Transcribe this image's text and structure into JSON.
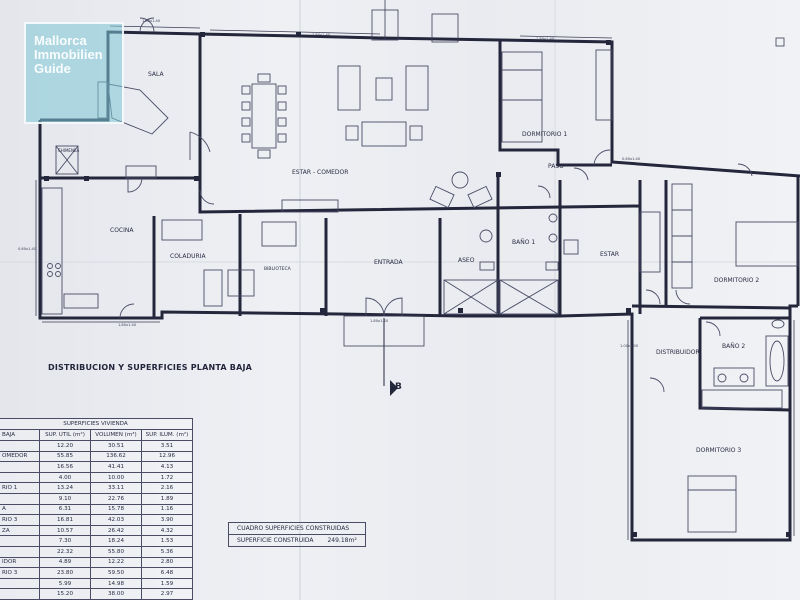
{
  "logo": {
    "lines": [
      "Mallorca",
      "Immobilien",
      "Guide"
    ]
  },
  "plan_title": "DISTRIBUCION Y SUPERFICIES PLANTA BAJA",
  "section_marker": "B",
  "rooms": {
    "sala": "SALA",
    "estar_comedor": "ESTAR - COMEDOR",
    "dormitorio_1": "DORMITORIO 1",
    "paso": "PASO",
    "cocina": "COCINA",
    "coladuria": "COLADURIA",
    "biblioteca": "BIBLIOTECA",
    "entrada": "ENTRADA",
    "aseo": "ASEO",
    "bano_1": "BAÑO 1",
    "estar": "ESTAR",
    "dormitorio_2": "DORMITORIO 2",
    "distribuidor": "DISTRIBUIDOR",
    "bano_2": "BAÑO 2",
    "dormitorio_3": "DORMITORIO 3",
    "chimenea": "CHIMENEA"
  },
  "surface_table": {
    "title": "SUPERFICIES VIVIENDA",
    "headers": [
      "BAJA",
      "SUP. UTIL (m²)",
      "VOLUMEN (m³)",
      "SUP. ILUM. (m²)"
    ],
    "rows": [
      [
        "",
        "12.20",
        "30.51",
        "3.51"
      ],
      [
        "OMEDOR",
        "55.85",
        "136.62",
        "12.96"
      ],
      [
        "",
        "16.56",
        "41.41",
        "4.13"
      ],
      [
        "",
        "4.00",
        "10.00",
        "1.72"
      ],
      [
        "RIO 1",
        "13.24",
        "33.11",
        "2.16"
      ],
      [
        "",
        "9.10",
        "22.76",
        "1.89"
      ],
      [
        "A",
        "6.31",
        "15.78",
        "1.16"
      ],
      [
        "RIO 3",
        "16.81",
        "42.03",
        "3.90"
      ],
      [
        "ZA",
        "10.57",
        "26.42",
        "4.32"
      ],
      [
        "",
        "7.30",
        "18.24",
        "1.53"
      ],
      [
        "",
        "22.32",
        "55.80",
        "5.36"
      ],
      [
        "IDOR",
        "4.89",
        "12.22",
        "2.80"
      ],
      [
        "RIO 3",
        "23.80",
        "59.50",
        "6.48"
      ],
      [
        "",
        "5.99",
        "14.98",
        "1.59"
      ],
      [
        "",
        "15.20",
        "38.00",
        "2.97"
      ]
    ]
  },
  "cuadro": {
    "title": "CUADRO SUPERFICIES CONSTRUIDAS",
    "label": "SUPERFICIE CONSTRUIDA",
    "value": "249.18m²"
  },
  "colors": {
    "ink": "#24263c",
    "paper": "#e9ebf0",
    "logo_bg": "#7ec6d6"
  }
}
